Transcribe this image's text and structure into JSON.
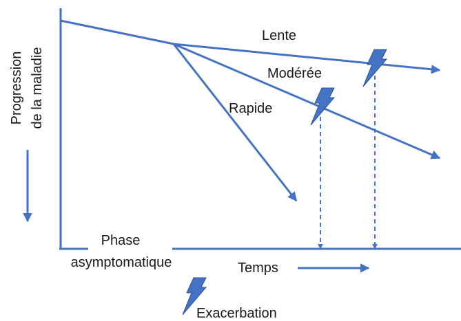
{
  "labels": {
    "y_axis_line1": "Progression",
    "y_axis_line2": "de la maladie",
    "x_axis": "Temps",
    "phase_line1": "Phase",
    "phase_line2": "asymptomatique",
    "legend_exacerbation": "Exacerbation"
  },
  "trajectories": {
    "slow": "Lente",
    "moderate": "Modérée",
    "rapid": "Rapide"
  },
  "colors": {
    "line": "#4472c4",
    "text": "#1a1a1a"
  },
  "icons": {
    "exacerbation": "lightning-bolt-icon"
  }
}
